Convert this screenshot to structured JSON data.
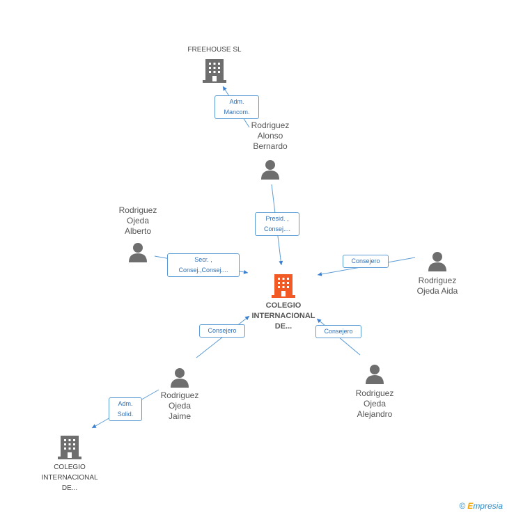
{
  "nodes": {
    "freehouse": {
      "label": "FREEHOUSE SL",
      "kind": "company"
    },
    "rodriguez_alonso": {
      "label": "Rodriguez\nAlonso\nBernardo",
      "kind": "person"
    },
    "rodriguez_ojeda_alberto": {
      "label": "Rodriguez\nOjeda\nAlberto",
      "kind": "person"
    },
    "rodriguez_ojeda_aida": {
      "label": "Rodriguez\nOjeda Aida",
      "kind": "person"
    },
    "colegio_main": {
      "label": "COLEGIO\nINTERNACIONAL\nDE...",
      "kind": "company-main"
    },
    "rodriguez_ojeda_jaime": {
      "label": "Rodriguez\nOjeda\nJaime",
      "kind": "person"
    },
    "rodriguez_ojeda_alejandro": {
      "label": "Rodriguez\nOjeda\nAlejandro",
      "kind": "person"
    },
    "colegio_secondary": {
      "label": "COLEGIO\nINTERNACIONAL\nDE...",
      "kind": "company"
    }
  },
  "edges": {
    "adm_mancom": "Adm.\nMancom.",
    "presid_consej": "Presid. ,\nConsej....",
    "secr_consej": "Secr. ,\nConsej.,Consej....",
    "consejero_aida": "Consejero",
    "consejero_jaime": "Consejero",
    "consejero_alejandro": "Consejero",
    "adm_solid": "Adm.\nSolid."
  },
  "footer": {
    "copyright": "©",
    "brand_first": "E",
    "brand_rest": "mpresia"
  },
  "colors": {
    "line": "#5b9bd5",
    "person": "#6e6e6e",
    "company": "#6e6e6e",
    "main_company": "#f15a24"
  }
}
